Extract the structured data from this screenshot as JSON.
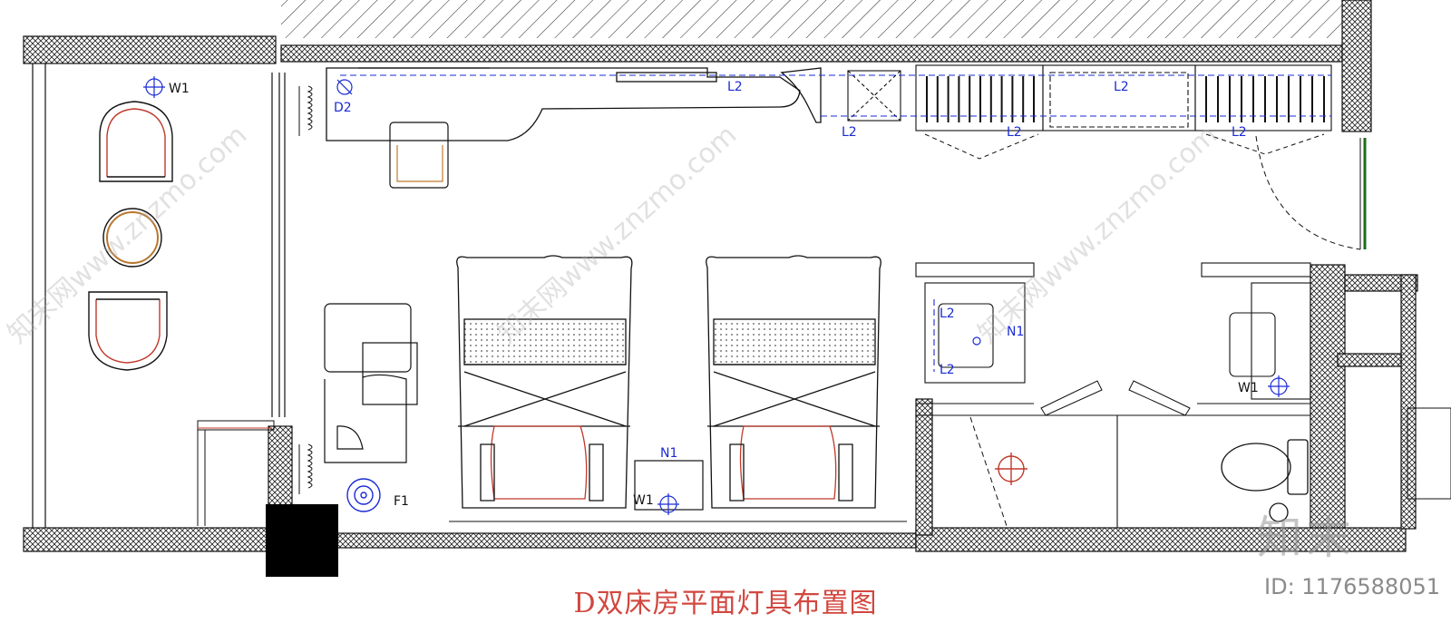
{
  "title": "D双床房平面灯具布置图",
  "watermark": {
    "brand": "知末",
    "id": "ID: 1176588051",
    "diagonal_text": "知末网www.znzmo.com"
  },
  "fixture_labels": {
    "w1_balcony": "W1",
    "d2": "D2",
    "l2_desk": "L2",
    "l2_ceiling": "L2",
    "l2_wardrobe1": "L2",
    "l2_wardrobe2": "L2",
    "l2_entry": "L2",
    "l2_vanity_top": "L2",
    "l2_vanity_bottom": "L2",
    "n1_vanity": "N1",
    "n1_nightstand": "N1",
    "w1_nightstand": "W1",
    "w1_toilet": "W1",
    "f1": "F1"
  },
  "colors": {
    "title": "#d2473f",
    "fixture_line": "#1a2bd6",
    "wall_fill": "#bdbdbd",
    "furniture_accent": "#c0392b",
    "door_green": "#1b6e1b"
  }
}
